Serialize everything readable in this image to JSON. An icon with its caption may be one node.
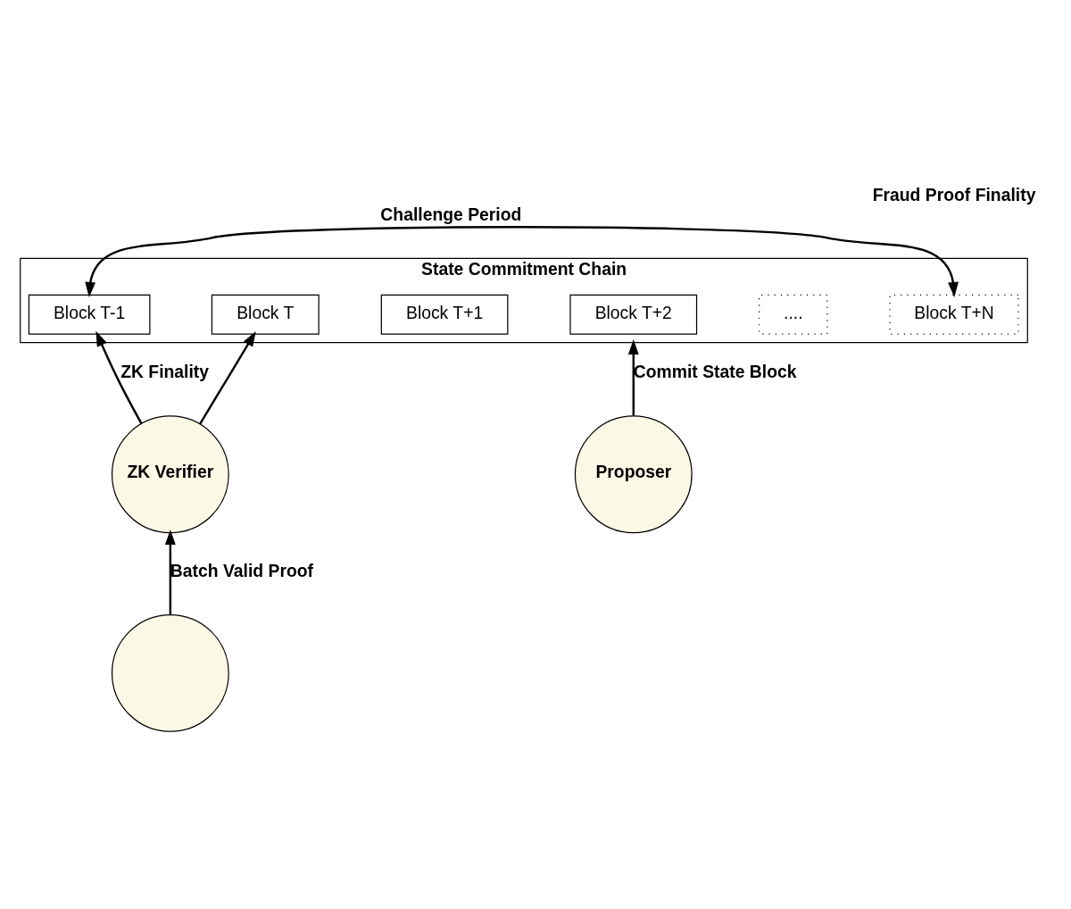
{
  "diagram": {
    "nodes": [
      {
        "text": [
          "State Commitment Chain"
        ]
      },
      {
        "text": [
          "Block T-1"
        ],
        "in": 0
      },
      {
        "text": [
          "Block T"
        ],
        "in": 0
      },
      {
        "text": [
          "Block T+1"
        ],
        "in": 0
      },
      {
        "text": [
          "Block T+2"
        ],
        "in": 0
      },
      {
        "text": [
          "...."
        ],
        "in": 0
      },
      {
        "text": [
          "Block T+N"
        ],
        "in": 0
      },
      {
        "text": [
          "ZK Verifier"
        ]
      },
      {
        "text": [],
        "shape": "circle"
      },
      {
        "text": [
          "Proposer"
        ]
      }
    ],
    "edges": [
      {
        "from": 1,
        "to": 6,
        "arrow": "both",
        "label": "Challenge Period"
      },
      {
        "from": 7,
        "to": 1,
        "arrow": "to",
        "label": "ZK Finality"
      },
      {
        "from": 7,
        "to": 2,
        "arrow": "to"
      },
      {
        "from": 8,
        "to": 7,
        "arrow": "to",
        "label": "Batch Valid Proof"
      },
      {
        "from": 9,
        "to": 0,
        "arrow": "to",
        "label": "Commit State Block"
      }
    ],
    "labels": [
      "Fraud Proof Finality"
    ]
  }
}
